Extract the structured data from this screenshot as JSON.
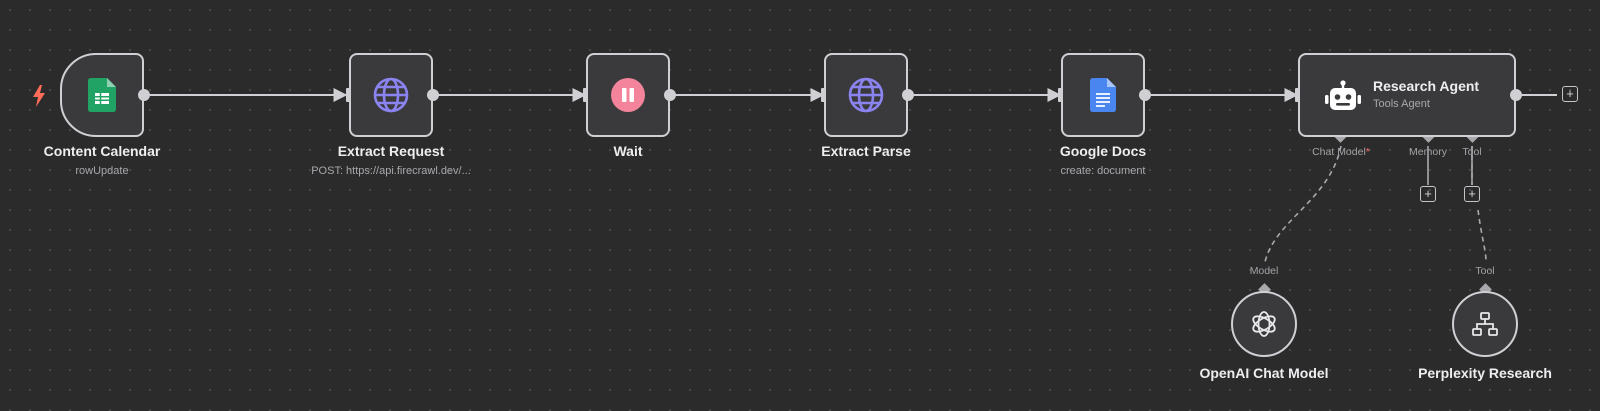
{
  "nodes": {
    "content_calendar": {
      "title": "Content Calendar",
      "subtitle": "rowUpdate",
      "icon": "google-sheets-icon"
    },
    "extract_request": {
      "title": "Extract Request",
      "subtitle": "POST: https://api.firecrawl.dev/...",
      "icon": "globe-icon"
    },
    "wait": {
      "title": "Wait",
      "icon": "pause-icon"
    },
    "extract_parse": {
      "title": "Extract Parse",
      "icon": "globe-icon"
    },
    "google_docs": {
      "title": "Google Docs",
      "subtitle": "create: document",
      "icon": "google-docs-icon"
    },
    "research_agent": {
      "title": "Research Agent",
      "subtitle": "Tools Agent",
      "icon": "robot-icon"
    },
    "openai_chat_model": {
      "title": "OpenAI Chat Model",
      "icon": "openai-icon"
    },
    "perplexity_research": {
      "title": "Perplexity Research",
      "icon": "network-icon"
    }
  },
  "ports": {
    "chat_model": "Chat Model",
    "required_mark": "*",
    "memory": "Memory",
    "tool": "Tool",
    "model_in": "Model",
    "tool_in": "Tool"
  },
  "buttons": {
    "add": "+"
  },
  "colors": {
    "background": "#2b2b2c",
    "node_fill": "#3a3a3c",
    "node_border": "#d0d0d4",
    "trigger_bolt": "#ff6d5a",
    "sheets_green": "#21a366",
    "globe_purple": "#8b84f0",
    "wait_pink": "#f3849b",
    "docs_blue": "#4a86f0"
  }
}
